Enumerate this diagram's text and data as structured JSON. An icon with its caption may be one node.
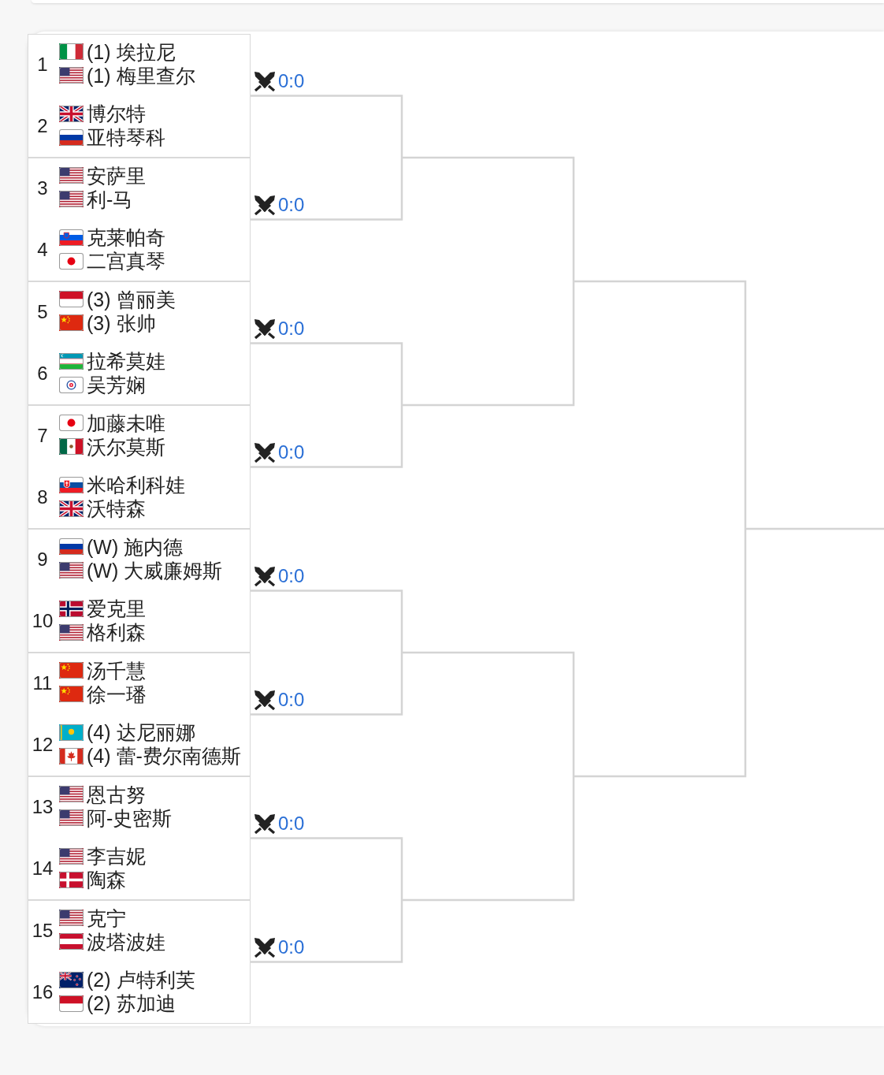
{
  "diagram": {
    "nodes": [
      {
        "text": [
          "1",
          "(1) 埃拉尼",
          "(1) 梅里查尔",
          "2",
          "博尔特",
          "亚特琴科"
        ],
        "beside": [
          "0:0"
        ]
      },
      {
        "text": [
          "3",
          "安萨里",
          "利-马",
          "4",
          "克莱帕奇",
          "二宫真琴"
        ],
        "beside": [
          "0:0"
        ]
      },
      {
        "text": [
          "5",
          "(3) 曾丽美",
          "(3) 张帅",
          "6",
          "拉希莫娃",
          "吴芳娴"
        ],
        "beside": [
          "0:0"
        ]
      },
      {
        "text": [
          "7",
          "加藤未唯",
          "沃尔莫斯",
          "8",
          "米哈利科娃",
          "沃特森"
        ],
        "beside": [
          "0:0"
        ]
      },
      {
        "text": [
          "9",
          "(W) 施内德",
          "(W) 大威廉姆斯",
          "10",
          "爱克里",
          "格利森"
        ],
        "beside": [
          "0:0"
        ]
      },
      {
        "text": [
          "11",
          "汤千慧",
          "徐一璠",
          "12",
          "(4) 达尼丽娜",
          "(4) 蕾-费尔南德斯"
        ],
        "beside": [
          "0:0"
        ]
      },
      {
        "text": [
          "13",
          "恩古努",
          "阿-史密斯",
          "14",
          "李吉妮",
          "陶森"
        ],
        "beside": [
          "0:0"
        ]
      },
      {
        "text": [
          "15",
          "克宁",
          "波塔波娃",
          "16",
          "(2) 卢特利芙",
          "(2) 苏加迪"
        ],
        "beside": [
          "0:0"
        ]
      }
    ],
    "edges": [
      {
        "from": 0,
        "to": null,
        "arrow": "none"
      },
      {
        "from": 1,
        "to": null,
        "arrow": "none"
      },
      {
        "from": 2,
        "to": null,
        "arrow": "none"
      },
      {
        "from": 3,
        "to": null,
        "arrow": "none"
      },
      {
        "from": 4,
        "to": null,
        "arrow": "none"
      },
      {
        "from": 5,
        "to": null,
        "arrow": "none"
      },
      {
        "from": 6,
        "to": null,
        "arrow": "none"
      },
      {
        "from": 7,
        "to": null,
        "arrow": "none"
      }
    ]
  }
}
